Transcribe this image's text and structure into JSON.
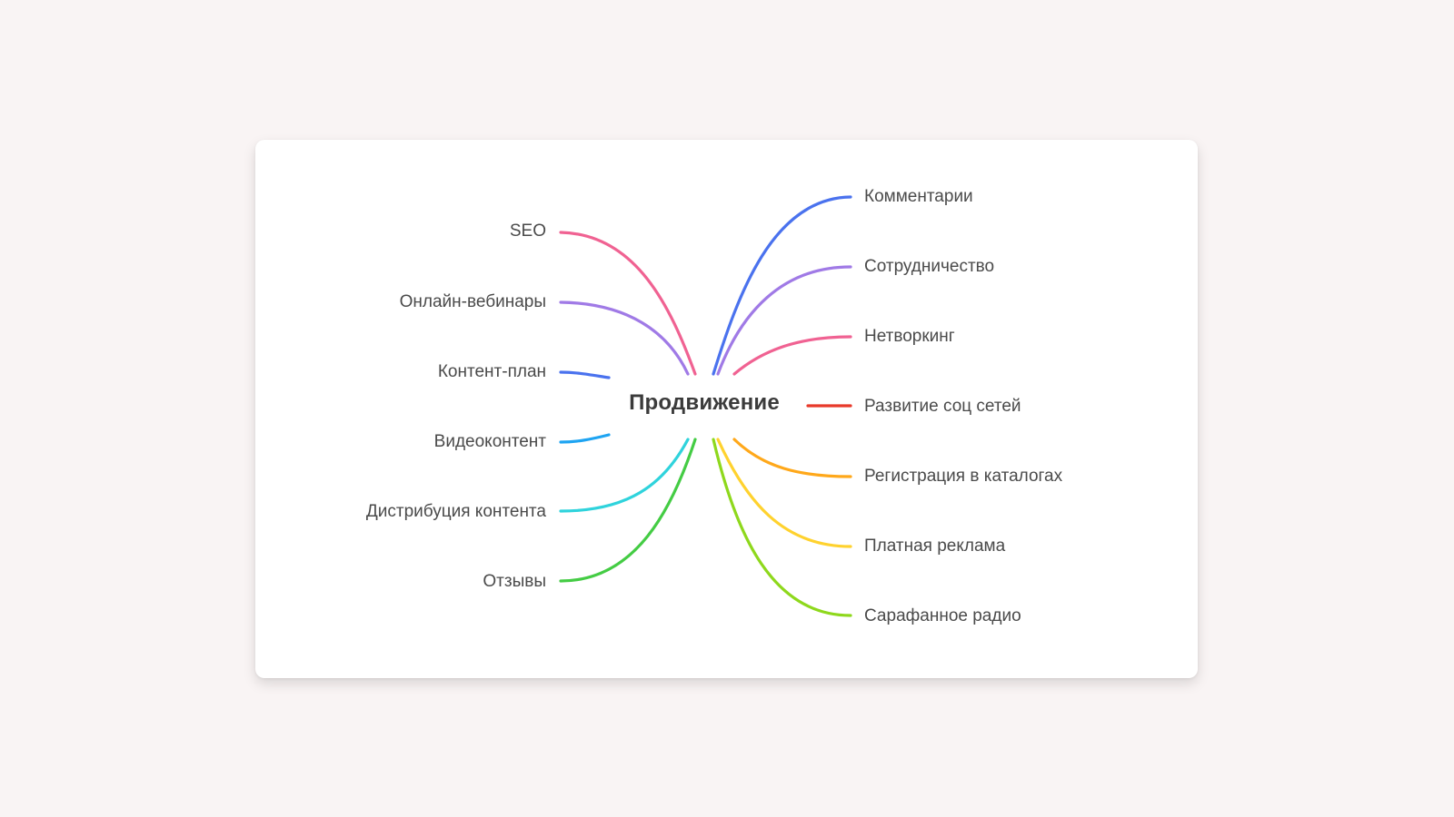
{
  "mindmap": {
    "center": "Продвижение",
    "left_branches": [
      {
        "label": "SEO",
        "color": "#f06292"
      },
      {
        "label": "Онлайн-вебинары",
        "color": "#a07ae6"
      },
      {
        "label": "Контент-план",
        "color": "#4a72ee"
      },
      {
        "label": "Видеоконтент",
        "color": "#1ea4f2"
      },
      {
        "label": "Дистрибуция контента",
        "color": "#2fd3dc"
      },
      {
        "label": "Отзывы",
        "color": "#44cc44"
      }
    ],
    "right_branches": [
      {
        "label": "Комментарии",
        "color": "#4a72ee"
      },
      {
        "label": "Сотрудничество",
        "color": "#a07ae6"
      },
      {
        "label": "Нетворкинг",
        "color": "#f06292"
      },
      {
        "label": "Развитие соц сетей",
        "color": "#e8392a"
      },
      {
        "label": "Регистрация в каталогах",
        "color": "#ffa81a"
      },
      {
        "label": "Платная реклама",
        "color": "#ffd22e"
      },
      {
        "label": "Сарафанное радио",
        "color": "#8ed81c"
      }
    ]
  }
}
